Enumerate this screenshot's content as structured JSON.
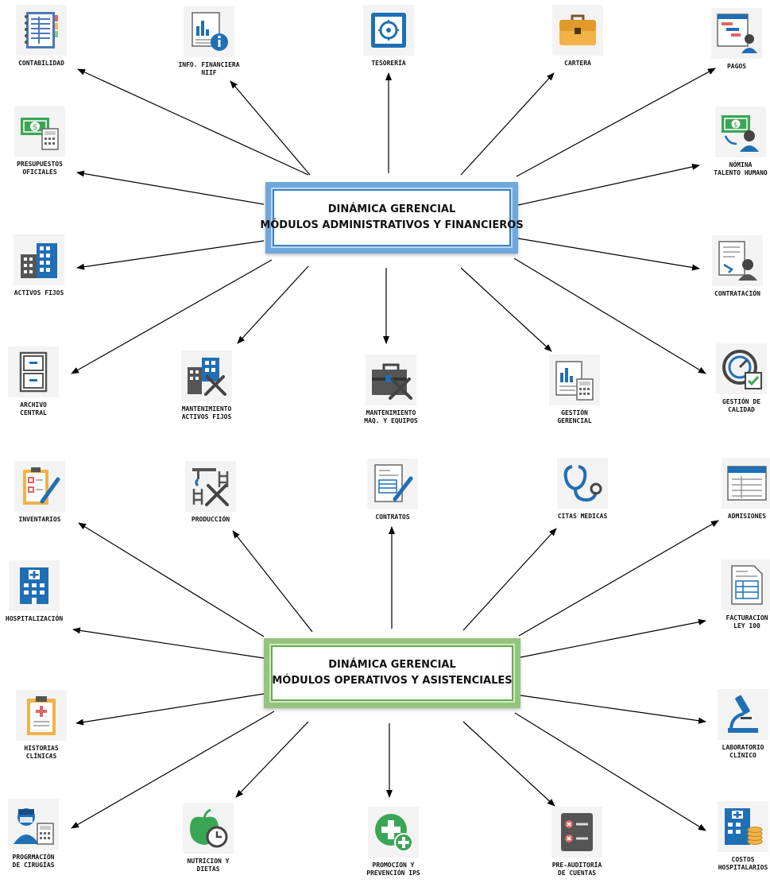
{
  "hubs": {
    "admin": {
      "line1": "DINÁMICA GERENCIAL",
      "line2": "MÓDULOS ADMINISTRATIVOS Y FINANCIEROS"
    },
    "oper": {
      "line1": "DINÁMICA GERENCIAL",
      "line2": "MÓDULOS OPERATIVOS Y ASISTENCIALES"
    }
  },
  "modules": {
    "contabilidad": {
      "label": "CONTABILIDAD",
      "icon": "ledger-book-icon"
    },
    "info_financiera": {
      "label": "INFO. FINANCIERA\nNIIF",
      "icon": "financial-report-info-icon"
    },
    "tesoreria": {
      "label": "TESORERÍA",
      "icon": "safe-vault-icon"
    },
    "cartera": {
      "label": "CARTERA",
      "icon": "briefcase-icon"
    },
    "pagos": {
      "label": "PAGOS",
      "icon": "payment-schedule-icon"
    },
    "presupuestos": {
      "label": "PRESUPUESTOS\nOFICIALES",
      "icon": "money-calculator-icon"
    },
    "nomina": {
      "label": "NÓMINA\nTALENTO HUMANO",
      "icon": "payroll-person-icon"
    },
    "activos_fijos": {
      "label": "ACTIVOS FIJOS",
      "icon": "buildings-icon"
    },
    "contratacion": {
      "label": "CONTRATACIÓN",
      "icon": "contract-person-icon"
    },
    "archivo": {
      "label": "ARCHIVO\nCENTRAL",
      "icon": "file-cabinet-icon"
    },
    "mant_activos": {
      "label": "MANTENIMIENTO\nACTIVOS FIJOS",
      "icon": "building-tools-icon"
    },
    "mant_maq": {
      "label": "MANTENIMIENTO\nMAQ. Y EQUIPOS",
      "icon": "toolbox-icon"
    },
    "gestion_gerencial": {
      "label": "GESTIÓN\nGERENCIAL",
      "icon": "management-report-icon"
    },
    "gestion_calidad": {
      "label": "GESTIÓN DE\nCALIDAD",
      "icon": "quality-gauge-icon"
    },
    "inventarios": {
      "label": "INVENTARIOS",
      "icon": "checklist-clipboard-icon"
    },
    "produccion": {
      "label": "PRODUCCIÓN",
      "icon": "crane-tools-icon"
    },
    "contratos": {
      "label": "CONTRATOS",
      "icon": "contract-pen-icon"
    },
    "citas": {
      "label": "CITAS MEDICAS",
      "icon": "stethoscope-icon"
    },
    "admisiones": {
      "label": "ADMISIONES",
      "icon": "admission-window-icon"
    },
    "hospitalizacion": {
      "label": "HOSPITALIZACIÓN",
      "icon": "hospital-building-icon"
    },
    "facturacion": {
      "label": "FACTURACION\nLEY 100",
      "icon": "invoice-icon"
    },
    "historias": {
      "label": "HISTORIAS\nCLÍNICAS",
      "icon": "medical-clipboard-icon"
    },
    "laboratorio": {
      "label": "LABORATORIO\nCLÍNICO",
      "icon": "microscope-icon"
    },
    "cirugias": {
      "label": "PROGRMACIÓN\nDE CIRUGÍAS",
      "icon": "surgeon-icon"
    },
    "nutricion": {
      "label": "NUTRICION Y\nDIETAS",
      "icon": "apple-clock-icon"
    },
    "promocion": {
      "label": "PROMOCION Y\nPREVENCIÓN IPS",
      "icon": "health-cross-plus-icon"
    },
    "preauditoria": {
      "label": "PRE-AUDITORÍA\nDE CUENTAS",
      "icon": "audit-list-icon"
    },
    "costos": {
      "label": "COSTOS\nHOSPITALARIOS",
      "icon": "hospital-coins-icon"
    }
  },
  "colors": {
    "admin_border": "#6fa8dc",
    "oper_border": "#93c47d",
    "icon_blue": "#1f6fb5",
    "icon_green": "#3aa655",
    "arrow": "#000000"
  }
}
